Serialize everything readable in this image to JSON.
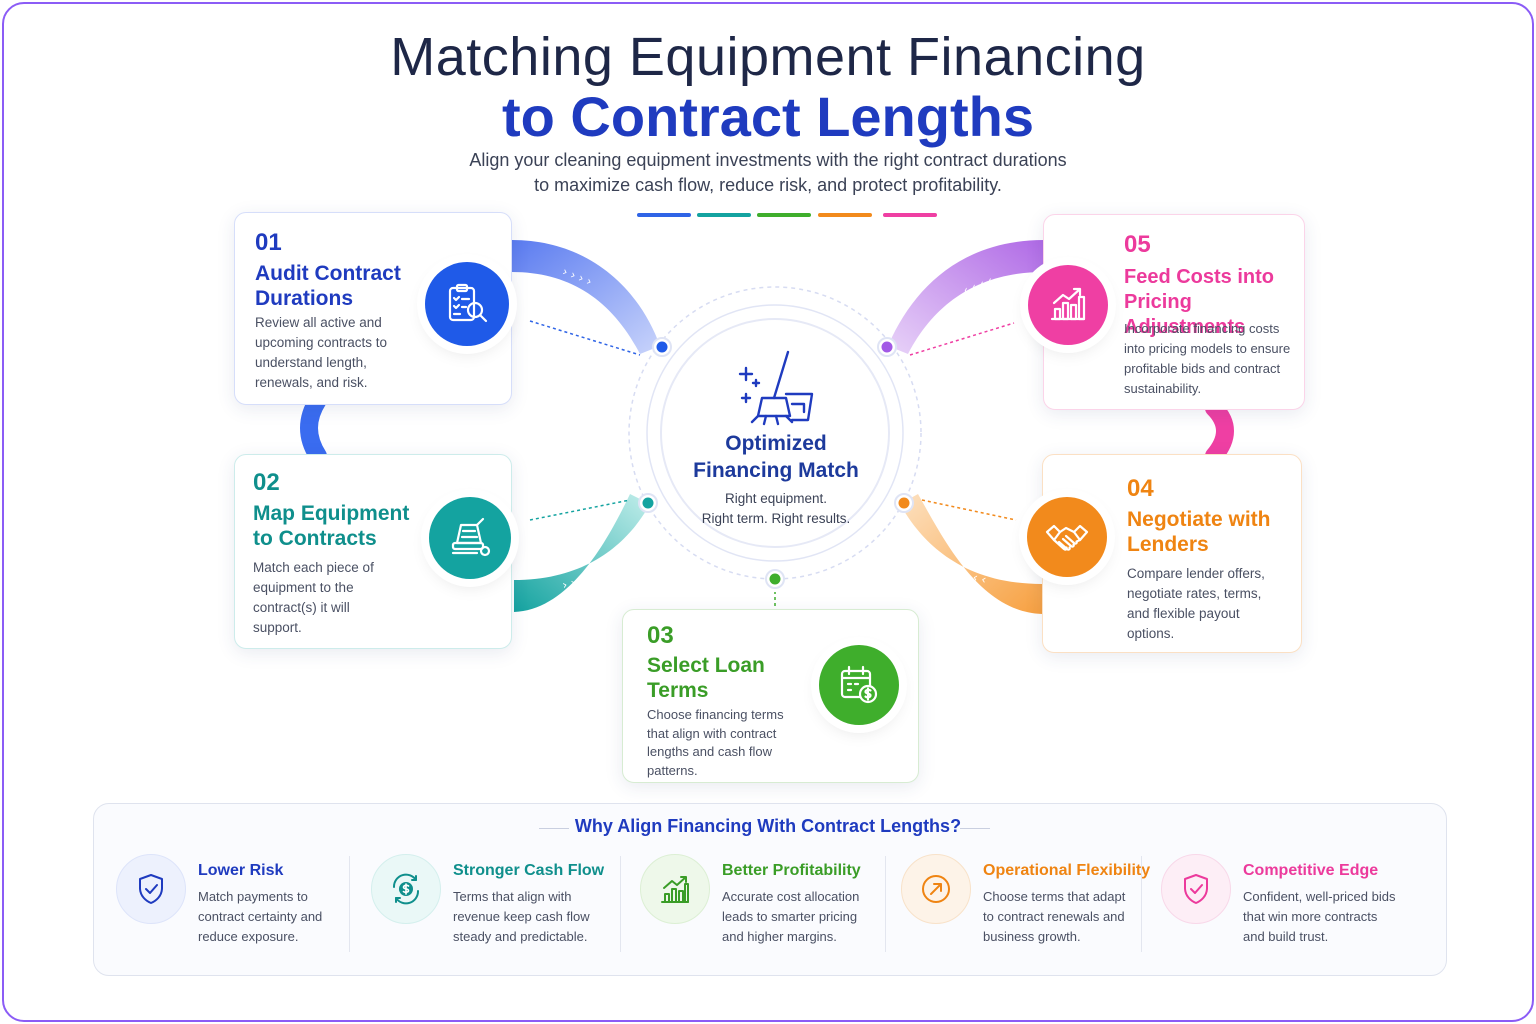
{
  "header": {
    "title_line1": "Matching Equipment Financing",
    "title_line2": "to Contract Lengths",
    "subtitle_line1": "Align your cleaning equipment investments with the right contract durations",
    "subtitle_line2": "to maximize cash flow, reduce risk, and protect profitability."
  },
  "colors": {
    "blue": "#1f5ae8",
    "teal": "#14a3a0",
    "green": "#3fae2c",
    "orange": "#f28a1c",
    "pink": "#ef3fa3",
    "purple": "#a259e6",
    "navy": "#1f3bbf"
  },
  "center": {
    "icon": "mop-bucket-icon",
    "title_line1": "Optimized",
    "title_line2": "Financing Match",
    "desc_line1": "Right equipment.",
    "desc_line2": "Right term. Right results."
  },
  "steps": [
    {
      "num": "01",
      "title_line1": "Audit Contract",
      "title_line2": "Durations",
      "desc": [
        "Review all active and",
        "upcoming contracts to",
        "understand length,",
        "renewals, and risk."
      ],
      "icon": "clipboard-search-icon"
    },
    {
      "num": "02",
      "title_line1": "Map Equipment",
      "title_line2": "to Contracts",
      "desc": [
        "Match each piece of",
        "equipment to the",
        "contract(s) it will",
        "support."
      ],
      "icon": "floor-scrubber-icon"
    },
    {
      "num": "03",
      "title_line1": "Select Loan",
      "title_line2": "Terms",
      "desc": [
        "Choose financing terms",
        "that align with contract",
        "lengths and cash flow",
        "patterns."
      ],
      "icon": "calendar-dollar-icon"
    },
    {
      "num": "04",
      "title_line1": "Negotiate with",
      "title_line2": "Lenders",
      "desc": [
        "Compare lender offers,",
        "negotiate rates, terms,",
        "and flexible payout",
        "options."
      ],
      "icon": "handshake-icon"
    },
    {
      "num": "05",
      "title_line1": "Feed Costs into",
      "title_line2": "Pricing Adjustments",
      "desc": [
        "Incorporate financing costs",
        "into pricing models to ensure",
        "profitable bids and contract",
        "sustainability."
      ],
      "icon": "growth-chart-icon"
    }
  ],
  "benefits_heading": "Why Align Financing With Contract Lengths?",
  "benefits": [
    {
      "title": "Lower Risk",
      "desc": [
        "Match payments to",
        "contract certainty and",
        "reduce exposure."
      ],
      "icon": "shield-check-icon"
    },
    {
      "title": "Stronger Cash Flow",
      "desc": [
        "Terms that align with",
        "revenue keep cash flow",
        "steady and predictable."
      ],
      "icon": "dollar-cycle-icon"
    },
    {
      "title": "Better Profitability",
      "desc": [
        "Accurate cost allocation",
        "leads to smarter pricing",
        "and higher margins."
      ],
      "icon": "bar-chart-arrow-icon"
    },
    {
      "title": "Operational Flexibility",
      "desc": [
        "Choose terms that adapt",
        "to contract renewals and",
        "business growth."
      ],
      "icon": "arrow-circle-icon"
    },
    {
      "title": "Competitive Edge",
      "desc": [
        "Confident, well-priced bids",
        "that win more contracts",
        "and build trust."
      ],
      "icon": "shield-heart-icon"
    }
  ]
}
